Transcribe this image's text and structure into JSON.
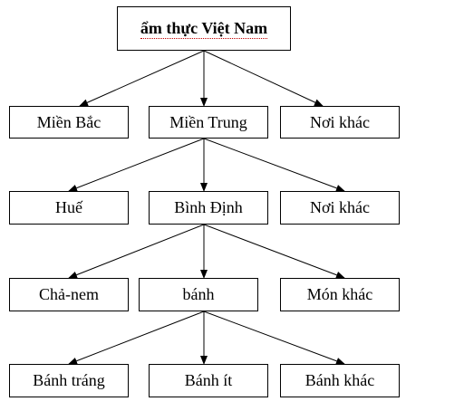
{
  "diagram": {
    "root": "ẩm thực Việt Nam",
    "level1": [
      "Miền Bắc",
      "Miền Trung",
      "Nơi khác"
    ],
    "level2": [
      "Huế",
      "Bình Định",
      "Nơi khác"
    ],
    "level3": [
      "Chả-nem",
      "bánh",
      "Món khác"
    ],
    "level4": [
      "Bánh tráng",
      "Bánh ít",
      "Bánh khác"
    ],
    "edges": [
      [
        "ẩm thực Việt Nam",
        "Miền Bắc"
      ],
      [
        "ẩm thực Việt Nam",
        "Miền Trung"
      ],
      [
        "ẩm thực Việt Nam",
        "Nơi khác"
      ],
      [
        "Miền Trung",
        "Huế"
      ],
      [
        "Miền Trung",
        "Bình Định"
      ],
      [
        "Miền Trung",
        "Nơi khác"
      ],
      [
        "Bình Định",
        "Chả-nem"
      ],
      [
        "Bình Định",
        "bánh"
      ],
      [
        "Bình Định",
        "Món khác"
      ],
      [
        "bánh",
        "Bánh tráng"
      ],
      [
        "bánh",
        "Bánh ít"
      ],
      [
        "bánh",
        "Bánh khác"
      ]
    ]
  }
}
